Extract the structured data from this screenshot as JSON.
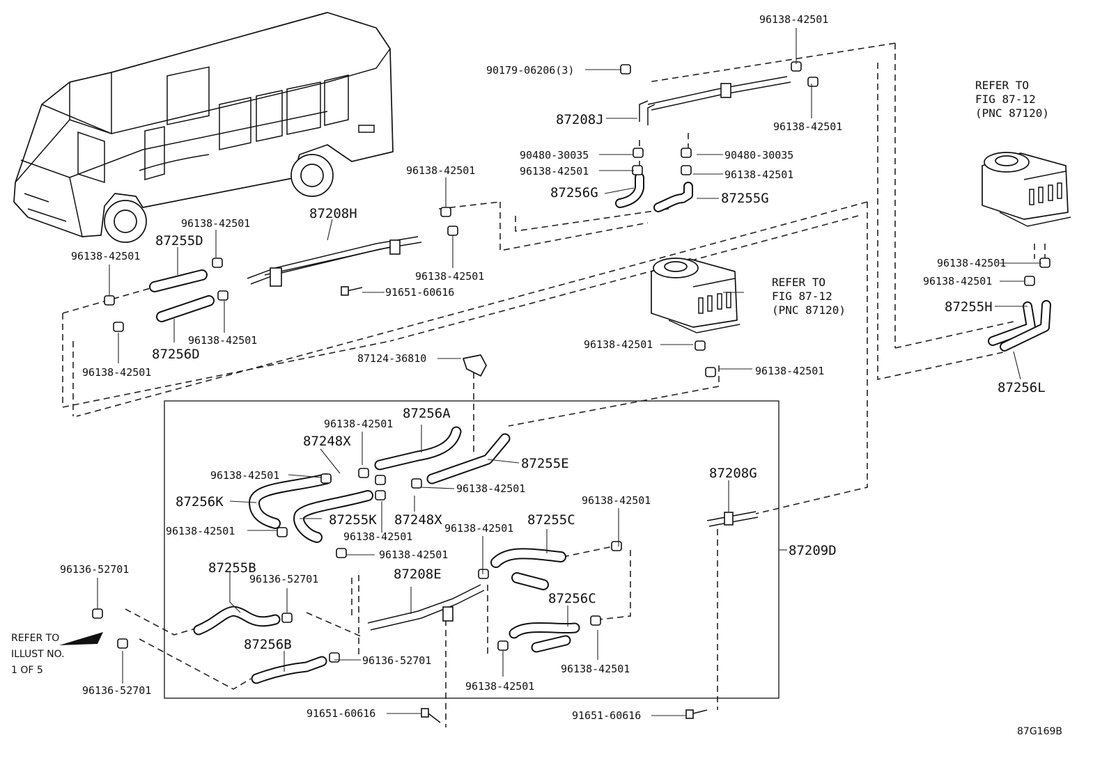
{
  "diagram_code": "87G169B",
  "frame_label": "87209D",
  "parts": {
    "clamp": "96138-42501",
    "clamp_b": "96136-52701",
    "bolt": "91651-60616",
    "grommet": "90480-30035",
    "clip_3": "90179-06206(3)",
    "clamp_bracket": "87124-36810",
    "pipe_j": "87208J",
    "pipe_h": "87208H",
    "pipe_g": "87208G",
    "pipe_e": "87208E",
    "hose_256g": "87256G",
    "hose_255g": "87255G",
    "hose_255d": "87255D",
    "hose_256d": "87256D",
    "hose_255h": "87255H",
    "hose_256l": "87256L",
    "hose_256a": "87256A",
    "hose_255e": "87255E",
    "hose_248x": "87248X",
    "hose_256k": "87256K",
    "hose_255k": "87255K",
    "hose_255c": "87255C",
    "hose_256c": "87256C",
    "hose_255b": "87255B",
    "hose_256b": "87256B"
  },
  "refer_heater_1": [
    "REFER TO",
    "FIG 87-12",
    "(PNC 87120)"
  ],
  "refer_heater_2": [
    "REFER TO",
    "FIG 87-12",
    "(PNC 87120)"
  ],
  "refer_illust": [
    "REFER TO",
    "ILLUST NO.",
    "1 OF 5"
  ]
}
